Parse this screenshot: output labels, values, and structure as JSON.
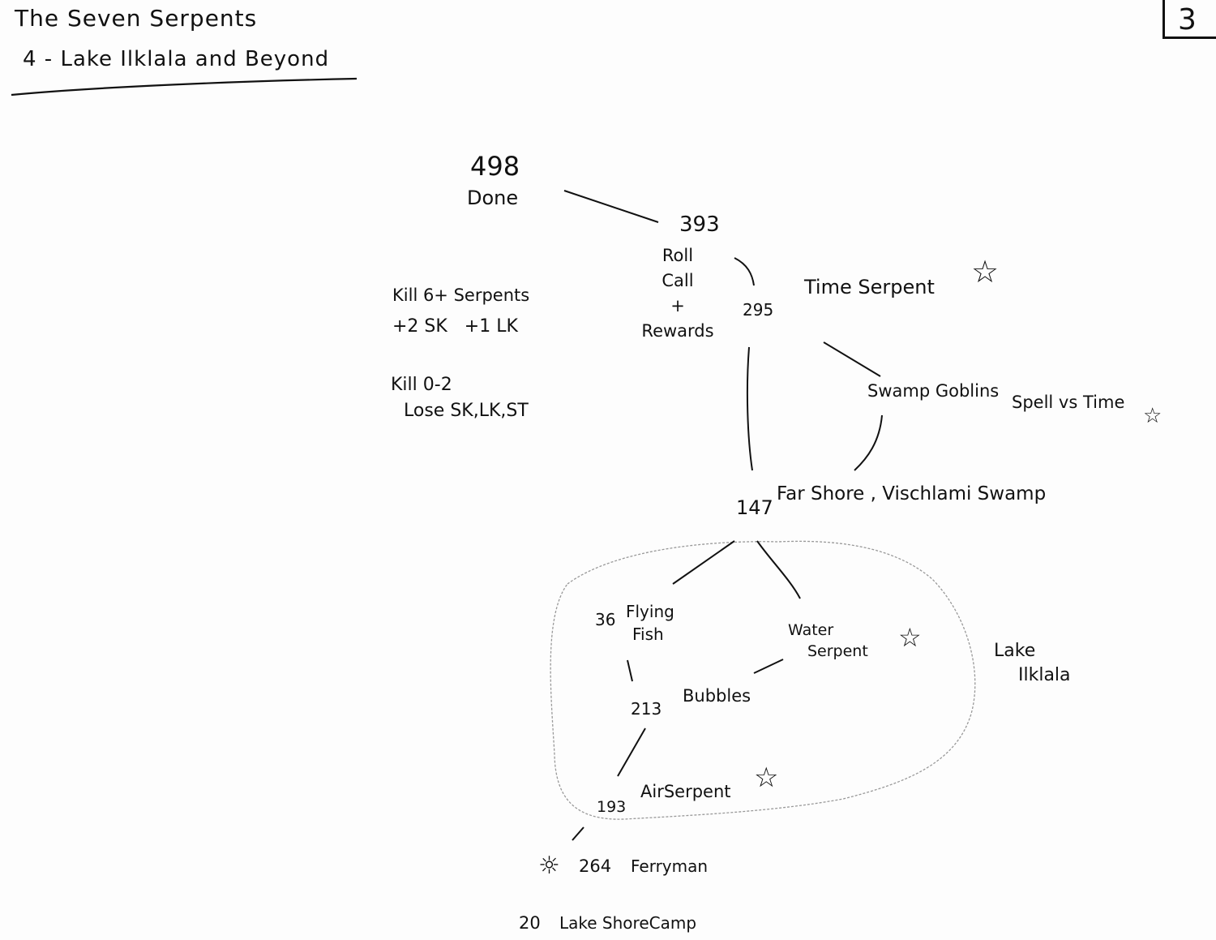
{
  "header": {
    "title": "The Seven Serpents",
    "subtitle": "4 - Lake Ilklala and Beyond",
    "page_number": "3"
  },
  "nodes": {
    "done": {
      "number": "498",
      "label": "Done"
    },
    "roll_call": {
      "number": "393",
      "label_lines": [
        "Roll",
        "Call",
        "+",
        "Rewards"
      ]
    },
    "time_serpent": {
      "number": "295",
      "label": "Time Serpent"
    },
    "swamp_goblins": {
      "label": "Swamp Goblins"
    },
    "spell_vs_time": {
      "label": "Spell vs Time"
    },
    "far_shore": {
      "number": "147",
      "label": "Far Shore , Vischlami Swamp"
    },
    "flying_fish": {
      "number": "36",
      "label_lines": [
        "Flying",
        "Fish"
      ]
    },
    "water_serpent": {
      "label_lines": [
        "Water",
        "Serpent"
      ]
    },
    "bubbles": {
      "number": "213",
      "label": "Bubbles"
    },
    "air_serpent": {
      "number": "193",
      "label": "AirSerpent"
    },
    "ferryman": {
      "number": "264",
      "label": "Ferryman"
    },
    "lake_shore_camp": {
      "number": "20",
      "label": "Lake ShoreCamp"
    }
  },
  "notes": {
    "kill_many": {
      "line1": "Kill 6+ Serpents",
      "line2": "+2 SK   +1 LK"
    },
    "kill_few": {
      "line1": "Kill 0-2",
      "line2": "Lose SK,LK,ST"
    }
  },
  "lake_label_lines": [
    "Lake",
    "Ilklala"
  ],
  "icons": {
    "star": "star-icon",
    "sun": "sun-icon"
  }
}
